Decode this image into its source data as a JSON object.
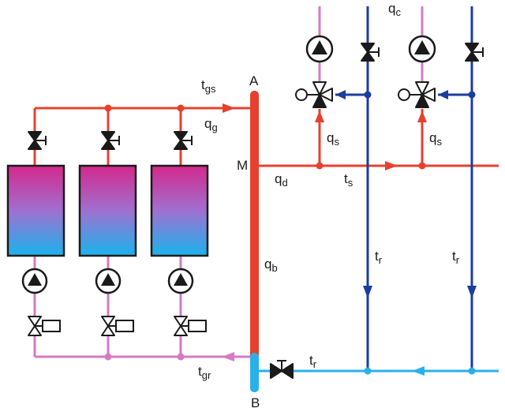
{
  "colors": {
    "supply": "#e8402e",
    "return_pink": "#d47ac4",
    "return_blue": "#1c3d9e",
    "return_cyan": "#2ab0e8",
    "stroke": "#1a1a1a"
  },
  "labels": {
    "A": "A",
    "B": "B",
    "M": "M",
    "tgs": {
      "main": "t",
      "sub": "gs"
    },
    "qg": {
      "main": "q",
      "sub": "g"
    },
    "qc": {
      "main": "q",
      "sub": "c"
    },
    "qs_left": {
      "main": "q",
      "sub": "s"
    },
    "qs_right": {
      "main": "q",
      "sub": "s"
    },
    "qd": {
      "main": "q",
      "sub": "d"
    },
    "ts": {
      "main": "t",
      "sub": "s"
    },
    "qb": {
      "main": "q",
      "sub": "b"
    },
    "tr_left": {
      "main": "t",
      "sub": "r"
    },
    "tr_right": {
      "main": "t",
      "sub": "r"
    },
    "tr_bottom": {
      "main": "t",
      "sub": "r"
    },
    "tgr": {
      "main": "t",
      "sub": "gr"
    }
  },
  "icons": {
    "boiler": "boiler-tank-icon",
    "pump": "circulation-pump-icon",
    "valve": "gate-valve-icon",
    "motor_valve": "motorized-valve-icon",
    "three_way_valve": "three-way-mixing-valve-icon"
  }
}
